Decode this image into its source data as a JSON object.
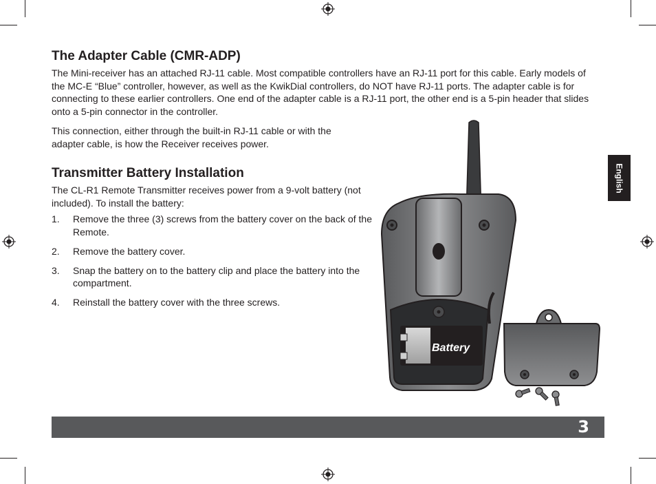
{
  "language_tab": "English",
  "page_number": "3",
  "section_adapter": {
    "heading": "The Adapter Cable (CMR-ADP)",
    "para1": "The Mini-receiver has an attached RJ-11 cable. Most compatible controllers have an RJ-11 port for this cable. Early models of the MC-E “Blue” controller, however, as well as the KwikDial controllers, do NOT have RJ-11 ports. The adapter cable is for connecting to these earlier controllers. One end of the adapter cable is a RJ-11 port, the other end is a 5-pin header that slides onto a 5-pin connector in the controller.",
    "para2": "This connection, either through the built-in RJ-11 cable or with the adapter cable, is how the Receiver receives power."
  },
  "section_battery": {
    "heading": "Transmitter Battery Installation",
    "intro": "The CL-R1 Remote Transmitter receives power from a 9-volt battery (not included). To install the battery:",
    "steps": [
      {
        "num": "1.",
        "text": "Remove the three (3) screws from the battery cover on the back of the Remote."
      },
      {
        "num": "2.",
        "text": "Remove the battery cover."
      },
      {
        "num": "3.",
        "text": "Snap the battery on to the battery clip and place the battery into the compartment."
      },
      {
        "num": "4.",
        "text": "Reinstall the battery cover with the three screws."
      }
    ]
  },
  "illustration": {
    "battery_label": "Battery"
  }
}
